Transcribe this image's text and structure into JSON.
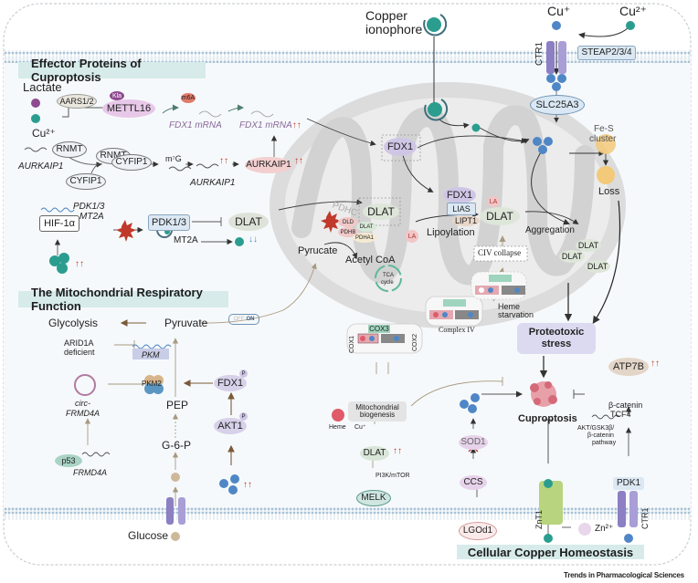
{
  "figure": {
    "source_credit": "Trends in Pharmacological Sciences",
    "colors": {
      "copper_teal": "#2a9d8f",
      "copper_blue": "#4f86c6",
      "mito_gray": "#d4d4d4",
      "section_band": "#d6ebea",
      "increase_arrow": "#c0392b",
      "membrane": "#bcd0e0"
    }
  },
  "sections": {
    "effector": "Effector Proteins of Cuproptosis",
    "respiratory": "The Mitochondrial Respiratory Function",
    "homeostasis": "Cellular Copper Homeostasis"
  },
  "top": {
    "copper_ionophore": [
      "Copper",
      "ionophore"
    ],
    "cu_plus": "Cu⁺",
    "cu_2plus": "Cu²⁺",
    "ctr1": "CTR1",
    "steap": "STEAP2/3/4",
    "slc25a3": "SLC25A3",
    "fes_cluster": [
      "Fe-S",
      "cluster"
    ],
    "loss": "Loss"
  },
  "effector": {
    "lactate": "Lactate",
    "cu2": "Cu²⁺",
    "aars": "AARS1/2",
    "kla": "Kla",
    "mettl16": "METTL16",
    "m6a": "m6A",
    "fdx1_mrna_1": "FDX1 mRNA",
    "fdx1_mrna_2": "FDX1 mRNA",
    "rnmt_1": "RNMT",
    "rnmt_2": "RNMT",
    "cyfip1_1": "CYFIP1",
    "cyfip1_2": "CYFIP1",
    "aurkaip1_gene": "AURKAIP1",
    "m7g": "m⁷G",
    "aurkaip1_mrna": "AURKAIP1",
    "aurkaip1_prot": "AURKAIP1",
    "fdx1": "FDX1",
    "pdk13_gene": "PDK1/3",
    "mt2a_gene": "MT2A",
    "hif1a": "HIF-1α",
    "pdk13_prot": "PDK1/3",
    "dlat": "DLAT",
    "mt2a_prot": "MT2A",
    "up_arrows": "↑↑",
    "down_arrows": "↓↓"
  },
  "mito": {
    "pdhc": "PDHC",
    "dld": "DLD",
    "pdhb": "PDHB",
    "dlat_small": "DLAT",
    "pdha1": "PDHA1",
    "dlat_box": "DLAT",
    "pyrucate": "Pyrucate",
    "acetyl_coa": "Acetyl CoA",
    "tca": [
      "TCA",
      "cycle"
    ],
    "fdx1": "FDX1",
    "lias": "LIAS",
    "lipt1": "LIPT1",
    "la": "LA",
    "lipoylation": "Lipoylation",
    "dlat_lipo": "DLAT",
    "civ_collapse": "CIV collapse",
    "heme_starvation": [
      "Heme",
      "starvation"
    ],
    "complex_iv": "Complex IV",
    "aggregation": "Aggregation",
    "dlat_agg": [
      "DLAT",
      "DLAT",
      "DLAT"
    ],
    "cox1": "COX1",
    "cox2": "COX2",
    "cox3": "COX3",
    "heme": "Heme",
    "cu_plus": "Cu⁺"
  },
  "respiratory": {
    "glycolysis": "Glycolysis",
    "pyruvate": "Pyruvate",
    "switch_off": "OFF",
    "switch_on": "ON",
    "arid1a": [
      "ARID1A",
      "deficient"
    ],
    "pkm": "PKM",
    "pkm2": "PKM2",
    "circ": [
      "circ-",
      "FRMD4A"
    ],
    "fdx1": "FDX1",
    "phospho": "P",
    "pep": "PEP",
    "akt1": "AKT1",
    "g6p": "G-6-P",
    "p53": "p53",
    "frmd4a": "FRMD4A",
    "glucose": "Glucose"
  },
  "center": {
    "proteotoxic": [
      "Proteotoxic",
      "stress"
    ],
    "cuproptosis": "Cuproptosis",
    "mito_biogenesis": [
      "Mitochondrial",
      "biogenesis"
    ],
    "dlat": "DLAT",
    "pi3k": "PI3K/mTOR",
    "melk": "MELK",
    "sod1": "SOD1",
    "ccs": "CCS",
    "lgod1": "LGOd1",
    "znt1": "ZnT1",
    "zn2": "Zn²⁺",
    "atp7b": "ATP7B",
    "bcatenin": "β-catenin",
    "tcf4": "TCF4",
    "akt_pathway": [
      "AKT/GSK3β/",
      "β-catenin",
      "pathway"
    ],
    "pdk1": "PDK1",
    "ctr1": "CTR1"
  }
}
